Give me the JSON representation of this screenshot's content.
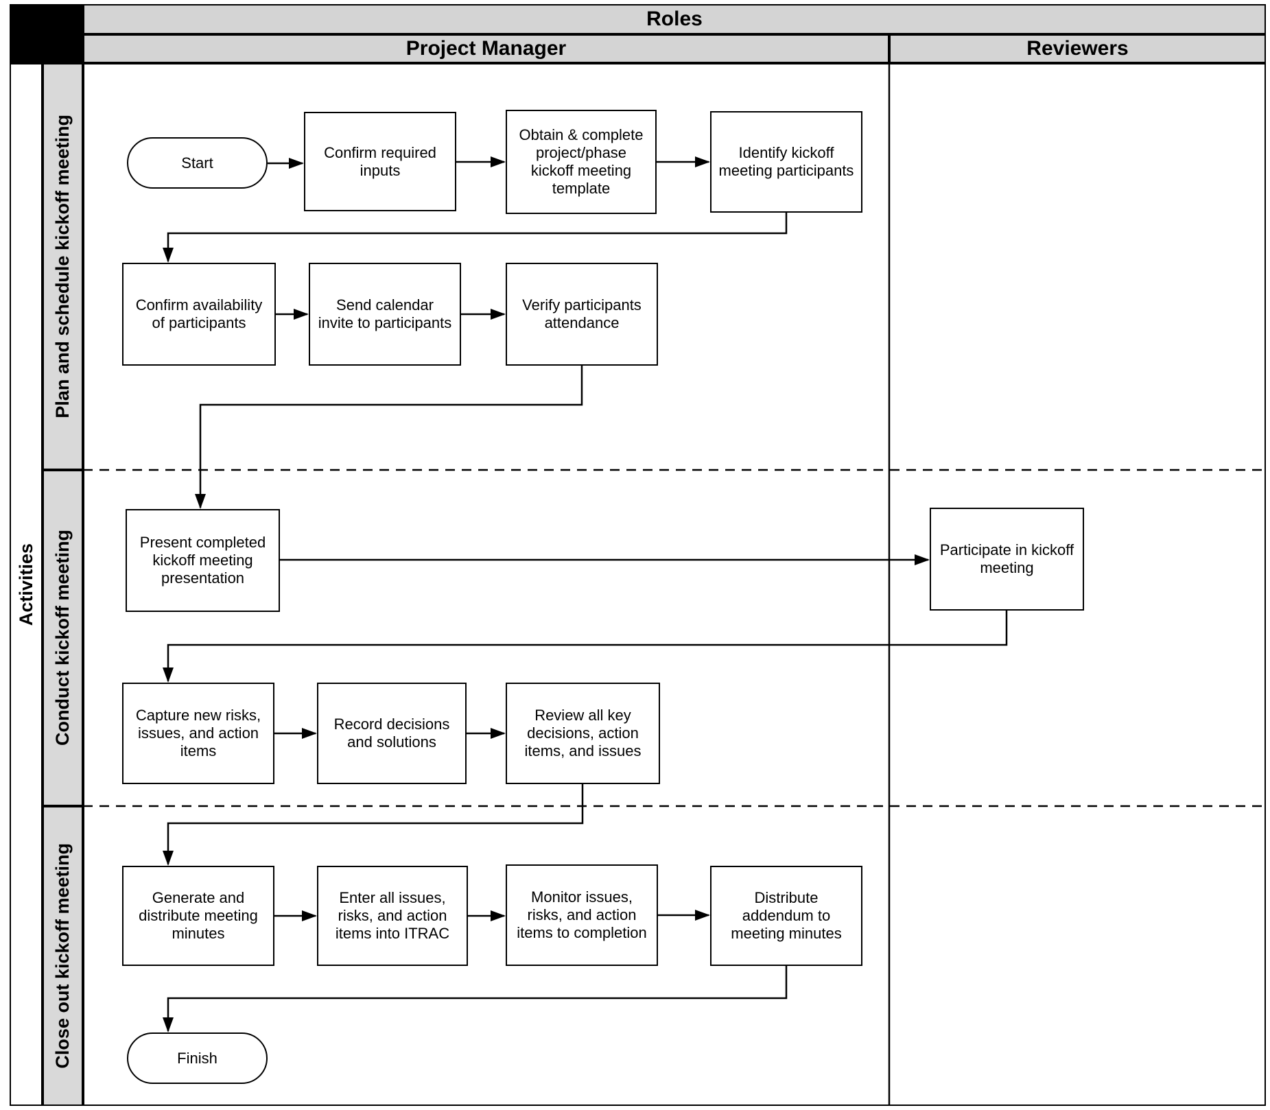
{
  "diagram": {
    "type": "swimlane-flowchart",
    "title_axis_top": "Roles",
    "title_axis_left": "Activities"
  },
  "header": {
    "roles": "Roles",
    "project_manager": "Project Manager",
    "reviewers": "Reviewers"
  },
  "activities_label": "Activities",
  "lanes": {
    "plan": "Plan and schedule kickoff meeting",
    "conduct": "Conduct kickoff meeting",
    "close": "Close out kickoff meeting"
  },
  "nodes": {
    "start": "Start",
    "confirm_inputs": "Confirm required inputs",
    "obtain_template": "Obtain & complete project/phase kickoff meeting template",
    "identify_participants": "Identify kickoff meeting participants",
    "confirm_availability": "Confirm availability of participants",
    "send_invite": "Send calendar invite to participants",
    "verify_attendance": "Verify participants attendance",
    "present_presentation": "Present completed kickoff meeting presentation",
    "participate": "Participate in kickoff meeting",
    "capture_risks": "Capture new risks, issues, and action items",
    "record_decisions": "Record decisions and solutions",
    "review_decisions": "Review all key decisions, action items, and issues",
    "generate_minutes": "Generate and distribute meeting minutes",
    "enter_itrac": "Enter all issues, risks, and action items into ITRAC",
    "monitor_items": "Monitor issues, risks, and action items to completion",
    "distribute_addendum": "Distribute addendum to meeting minutes",
    "finish": "Finish"
  },
  "colors": {
    "line": "#000000",
    "header_bg": "#d4d4d4",
    "lane_label_bg": "#d9d9d9",
    "node_bg": "#ffffff",
    "corner_bg": "#000000"
  }
}
